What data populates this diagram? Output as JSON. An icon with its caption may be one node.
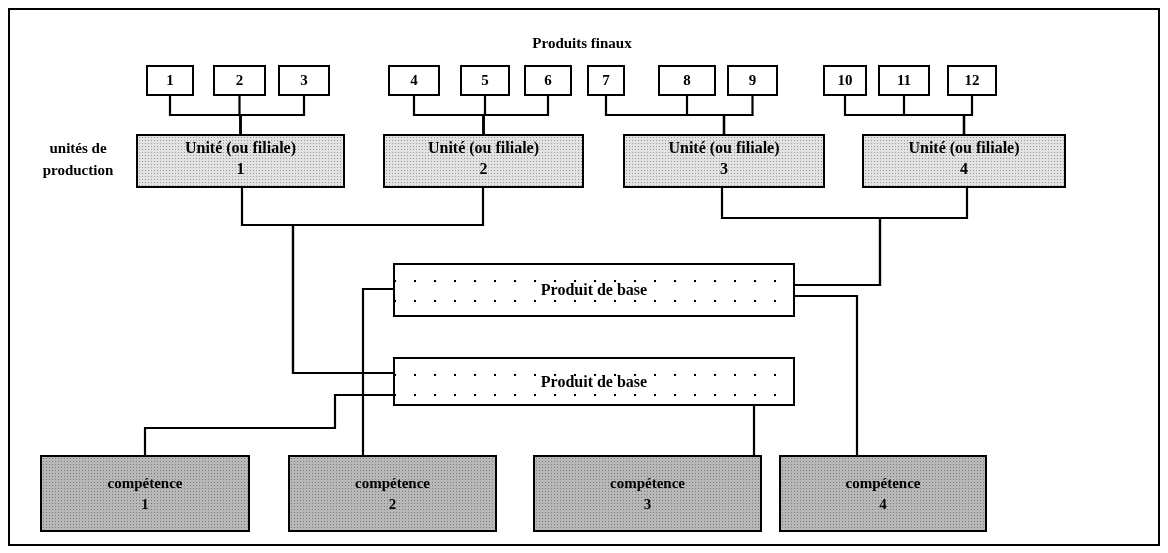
{
  "diagram": {
    "nodes": [
      {
        "text": [
          "1"
        ]
      },
      {
        "text": [
          "2"
        ]
      },
      {
        "text": [
          "3"
        ]
      },
      {
        "text": [
          "4"
        ]
      },
      {
        "text": [
          "5"
        ]
      },
      {
        "text": [
          "6"
        ]
      },
      {
        "text": [
          "7"
        ]
      },
      {
        "text": [
          "8"
        ]
      },
      {
        "text": [
          "9"
        ]
      },
      {
        "text": [
          "10"
        ]
      },
      {
        "text": [
          "11"
        ]
      },
      {
        "text": [
          "12"
        ]
      },
      {
        "text": [
          "Unité (ou filiale)",
          "1"
        ]
      },
      {
        "text": [
          "Unité (ou filiale)",
          "2"
        ]
      },
      {
        "text": [
          "Unité (ou filiale)",
          "3"
        ]
      },
      {
        "text": [
          "Unité (ou filiale)",
          "4"
        ]
      },
      {
        "text": [
          "Produit de base"
        ]
      },
      {
        "text": [
          "Produit de base"
        ]
      },
      {
        "text": [
          "compétence",
          "1"
        ]
      },
      {
        "text": [
          "compétence",
          "2"
        ]
      },
      {
        "text": [
          "compétence",
          "3"
        ]
      },
      {
        "text": [
          "compétence",
          "4"
        ]
      }
    ],
    "edges": [
      {
        "from": 0,
        "to": 12,
        "arrow": "none"
      },
      {
        "from": 1,
        "to": 12,
        "arrow": "none"
      },
      {
        "from": 2,
        "to": 12,
        "arrow": "none"
      },
      {
        "from": 3,
        "to": 13,
        "arrow": "none"
      },
      {
        "from": 4,
        "to": 13,
        "arrow": "none"
      },
      {
        "from": 5,
        "to": 13,
        "arrow": "none"
      },
      {
        "from": 6,
        "to": 14,
        "arrow": "none"
      },
      {
        "from": 7,
        "to": 14,
        "arrow": "none"
      },
      {
        "from": 8,
        "to": 14,
        "arrow": "none"
      },
      {
        "from": 9,
        "to": 15,
        "arrow": "none"
      },
      {
        "from": 10,
        "to": 15,
        "arrow": "none"
      },
      {
        "from": 11,
        "to": 15,
        "arrow": "none"
      },
      {
        "from": 12,
        "to": 17,
        "arrow": "none"
      },
      {
        "from": 13,
        "to": 17,
        "arrow": "none"
      },
      {
        "from": 14,
        "to": 16,
        "arrow": "none"
      },
      {
        "from": 15,
        "to": 16,
        "arrow": "none"
      },
      {
        "from": 18,
        "to": 17,
        "arrow": "none"
      },
      {
        "from": 19,
        "to": 16,
        "arrow": "none"
      },
      {
        "from": 20,
        "to": 17,
        "arrow": "none"
      },
      {
        "from": 21,
        "to": 16,
        "arrow": "none"
      }
    ],
    "labels": [
      "Produits finaux",
      "unités de production"
    ]
  }
}
